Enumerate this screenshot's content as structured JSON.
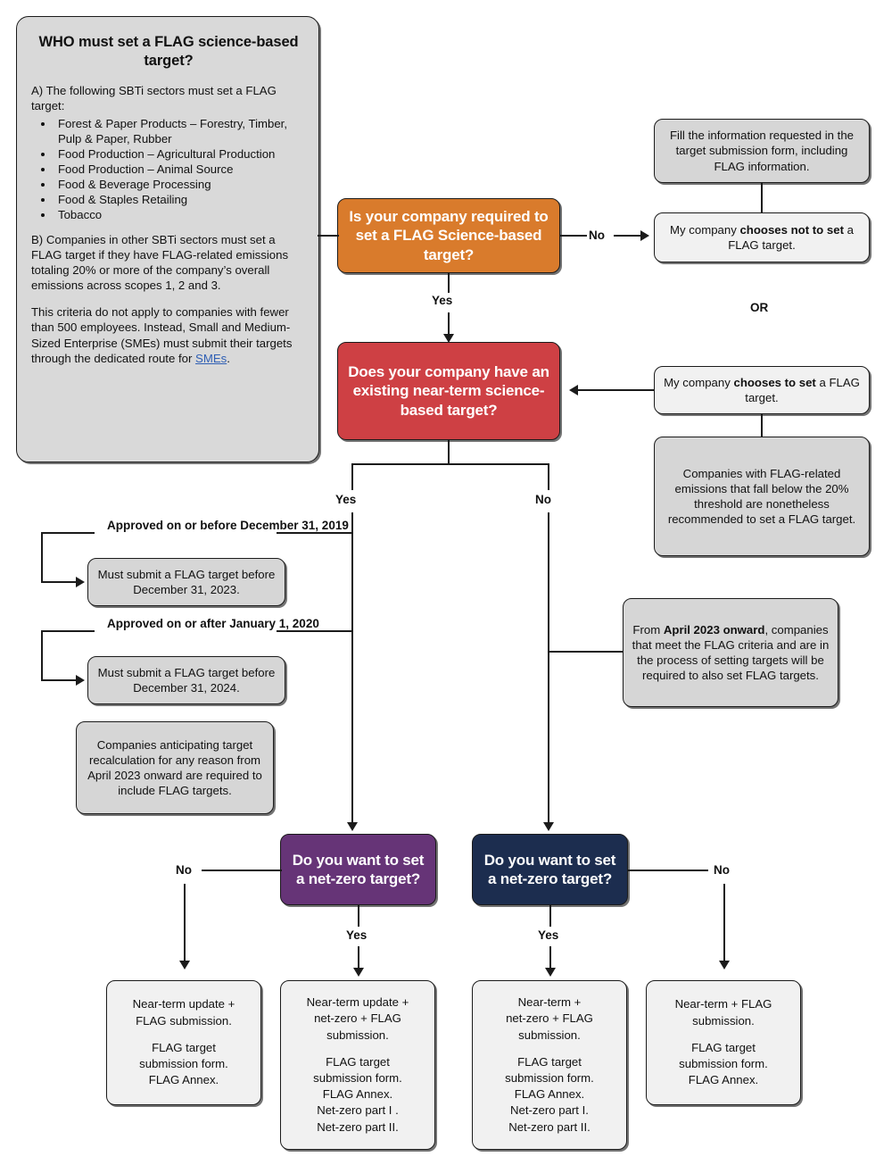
{
  "info_panel": {
    "title": "WHO must set a FLAG science-based target?",
    "para_a": "A) The following SBTi sectors must set a FLAG target:",
    "sectors": [
      "Forest & Paper Products – Forestry, Timber, Pulp & Paper, Rubber",
      "Food Production – Agricultural Production",
      "Food Production – Animal Source",
      "Food & Beverage Processing",
      "Food & Staples Retailing",
      "Tobacco"
    ],
    "para_b": "B) Companies in other SBTi sectors must set a FLAG target if they have FLAG-related emissions totaling 20% or more of the company’s overall emissions across scopes 1, 2 and 3.",
    "para_c_before_link": "This criteria do not apply to companies with fewer than 500 employees. Instead, Small and Medium-Sized Enterprise (SMEs) must submit their targets through the dedicated route for ",
    "link_text": "SMEs",
    "para_c_after_link": "."
  },
  "decisions": {
    "d1": {
      "text": "Is your company required to set a FLAG Science-based target?",
      "color": "#d97b2c"
    },
    "d2": {
      "text": "Does your company have an existing near-term science-based target?",
      "color": "#ce4044"
    },
    "d3": {
      "text": "Do you want to set a net-zero target?",
      "color": "#663477"
    },
    "d4": {
      "text": "Do you want to set a net-zero target?",
      "color": "#1c2d4f"
    }
  },
  "notes": {
    "fill_info": "Fill the information requested in the target submission form, including FLAG information.",
    "chooses_not_to_set_pre": "My company ",
    "chooses_not_to_set_bold": "chooses not to set",
    "chooses_not_to_set_post": " a FLAG target.",
    "or": "OR",
    "chooses_to_set_pre": "My company ",
    "chooses_to_set_bold": "chooses to set",
    "chooses_to_set_post": " a FLAG target.",
    "below_threshold": "Companies with FLAG-related emissions that fall below the 20% threshold are nonetheless recommended to set a FLAG target.",
    "april_2023_pre": "From ",
    "april_2023_bold": "April 2023 onward",
    "april_2023_post": ", companies that meet the FLAG criteria and are in the process of setting targets will be required to also set FLAG targets.",
    "must_submit_2023": "Must submit a FLAG target before December 31, 2023.",
    "must_submit_2024": "Must submit a FLAG target before December 31, 2024.",
    "recalculation": "Companies anticipating target recalculation for any reason from April 2023 onward are required to include FLAG targets."
  },
  "branch_labels": {
    "approved_before": "Approved on or before December 31, 2019",
    "approved_after": "Approved on or after January 1, 2020"
  },
  "edge_labels": {
    "d1_no": "No",
    "d1_yes": "Yes",
    "d2_yes": "Yes",
    "d2_no": "No",
    "d3_no": "No",
    "d3_yes": "Yes",
    "d4_yes": "Yes",
    "d4_no": "No"
  },
  "outcomes": {
    "o1": {
      "line1": "Near-term update +",
      "line2": "FLAG submission.",
      "line3": "FLAG target",
      "line4": "submission form.",
      "line5": "FLAG Annex."
    },
    "o2": {
      "line1": "Near-term update +",
      "line2": "net-zero + FLAG",
      "line3": "submission.",
      "line4": "FLAG target",
      "line5": "submission form.",
      "line6": "FLAG Annex.",
      "line7": "Net-zero part I .",
      "line8": "Net-zero part II."
    },
    "o3": {
      "line1": "Near-term +",
      "line2": "net-zero + FLAG",
      "line3": "submission.",
      "line4": "FLAG target",
      "line5": "submission form.",
      "line6": "FLAG Annex.",
      "line7": "Net-zero part I.",
      "line8": "Net-zero part II."
    },
    "o4": {
      "line1": "Near-term + FLAG",
      "line2": "submission.",
      "line3": "FLAG target",
      "line4": "submission form.",
      "line5": "FLAG Annex."
    }
  }
}
